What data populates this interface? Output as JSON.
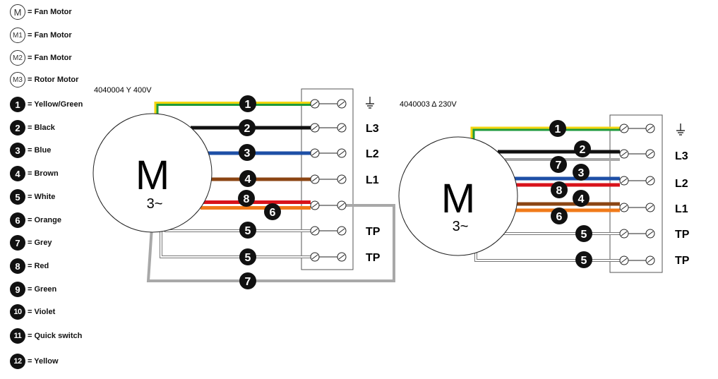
{
  "legend": {
    "items": [
      {
        "symbol": "M",
        "text": "= Fan Motor"
      },
      {
        "symbol": "M1",
        "text": "= Fan Motor"
      },
      {
        "symbol": "M2",
        "text": "= Fan Motor"
      },
      {
        "symbol": "M3",
        "text": "= Rotor Motor"
      },
      {
        "symbol": "1",
        "text": "= Yellow/Green"
      },
      {
        "symbol": "2",
        "text": "= Black"
      },
      {
        "symbol": "3",
        "text": "= Blue"
      },
      {
        "symbol": "4",
        "text": "= Brown"
      },
      {
        "symbol": "5",
        "text": "= White"
      },
      {
        "symbol": "6",
        "text": "= Orange"
      },
      {
        "symbol": "7",
        "text": "= Grey"
      },
      {
        "symbol": "8",
        "text": "= Red"
      },
      {
        "symbol": "9",
        "text": "= Green"
      },
      {
        "symbol": "10",
        "text": "= Violet"
      },
      {
        "symbol": "11",
        "text": "= Quick switch"
      },
      {
        "symbol": "12",
        "text": "= Yellow"
      }
    ]
  },
  "wire_colors": {
    "yellow": "#f2d50f",
    "green": "#1f9a3c",
    "black": "#111111",
    "blue": "#1e4fa6",
    "brown": "#8b4513",
    "white": "#ffffff",
    "orange": "#f07a1a",
    "grey": "#a8a8a8",
    "red": "#d8131b"
  },
  "left_diagram": {
    "caption": "4040004 Y 400V",
    "motor": {
      "letter": "M",
      "phase": "3~"
    },
    "terminal_labels": [
      "L3",
      "L2",
      "L1",
      "TP",
      "TP"
    ],
    "wire_numbers": [
      "1",
      "2",
      "3",
      "4",
      "8",
      "6",
      "5",
      "5",
      "7"
    ],
    "earth_icon": "ground-icon"
  },
  "right_diagram": {
    "caption": "4040003 Δ 230V",
    "motor": {
      "letter": "M",
      "phase": "3~"
    },
    "terminal_labels": [
      "L3",
      "L2",
      "L1",
      "TP",
      "TP"
    ],
    "wire_numbers": [
      "1",
      "2",
      "7",
      "3",
      "8",
      "4",
      "6",
      "5",
      "5"
    ],
    "earth_icon": "ground-icon"
  }
}
